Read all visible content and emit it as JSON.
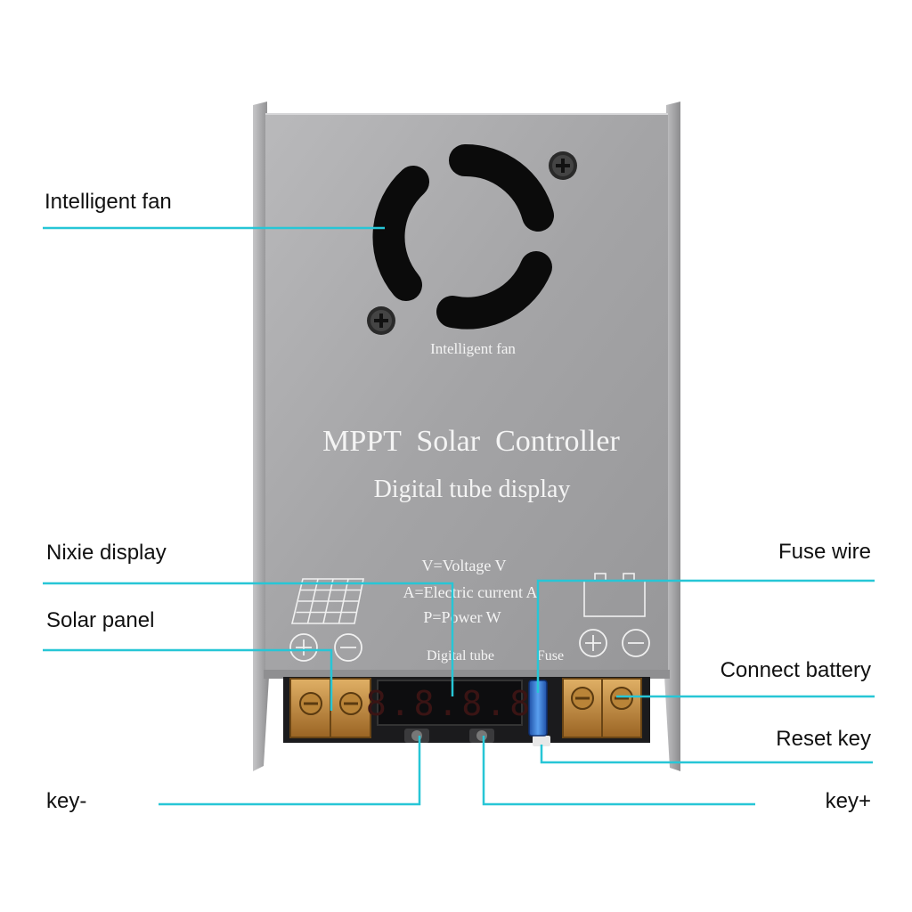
{
  "device": {
    "fan_label": "Intelligent fan",
    "title": "MPPT  Solar  Controller",
    "subtitle": "Digital tube display",
    "legend": [
      "V=Voltage V",
      "A=Electric current A",
      "P=Power W"
    ],
    "digital_tube_label": "Digital tube",
    "fuse_label": "Fuse"
  },
  "callouts": {
    "intelligent_fan": "Intelligent fan",
    "nixie_display": "Nixie display",
    "solar_panel": "Solar panel",
    "key_minus": "key-",
    "fuse_wire": "Fuse wire",
    "connect_battery": "Connect battery",
    "reset_key": "Reset key",
    "key_plus": "key+"
  },
  "colors": {
    "leader_line": "#27c6d6",
    "body_metal": "#a9a9ab",
    "terminal_copper": "#c98f3a",
    "display_digits": "#e03030",
    "fuse_blue": "#2f72c9"
  }
}
